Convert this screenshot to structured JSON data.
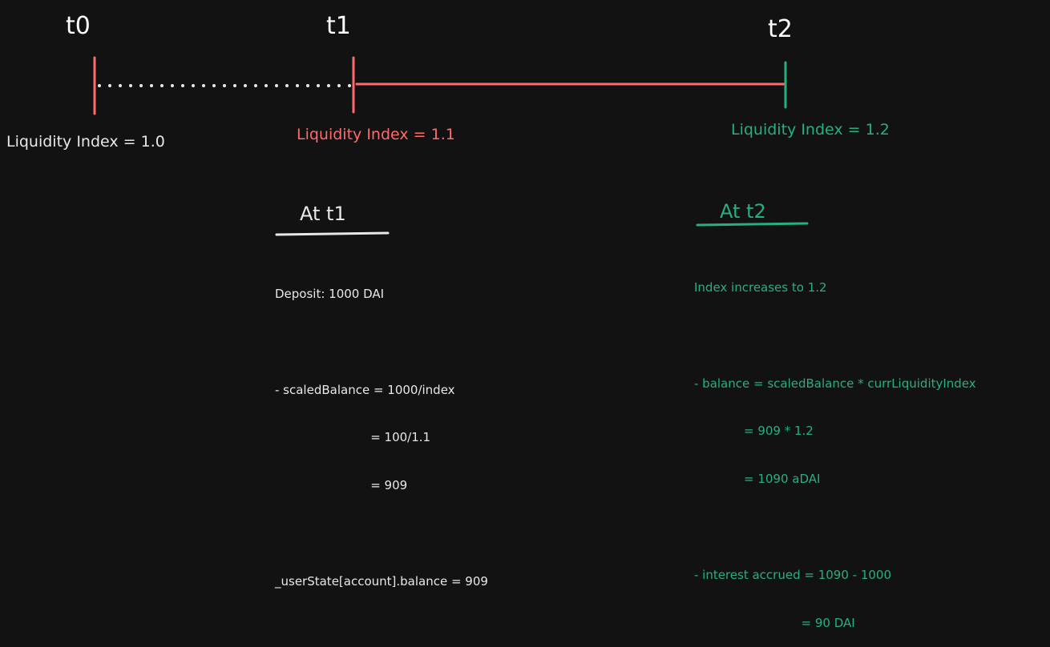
{
  "timeline": {
    "t0": {
      "label": "t0",
      "index_label": "Liquidity Index = 1.0"
    },
    "t1": {
      "label": "t1",
      "index_label": "Liquidity Index = 1.1"
    },
    "t2": {
      "label": "t2",
      "index_label": "Liquidity Index = 1.2"
    }
  },
  "at_t1": {
    "heading": "At t1",
    "lines": [
      "Deposit: 1000 DAI",
      "",
      "- scaledBalance = 1000/index",
      "                         = 100/1.1",
      "                         = 909",
      "",
      "_userState[account].balance = 909"
    ]
  },
  "at_t2": {
    "heading": "At t2",
    "lines": [
      "Index increases to 1.2",
      "",
      "- balance = scaledBalance * currLiquidityIndex",
      "             = 909 * 1.2",
      "             = 1090 aDAI",
      "",
      "- interest accrued = 1090 - 1000",
      "                            = 90 DAI"
    ]
  },
  "colors": {
    "white": "#e8e8e8",
    "red": "#ff6b6b",
    "green": "#27b07f",
    "background": "#121212"
  }
}
